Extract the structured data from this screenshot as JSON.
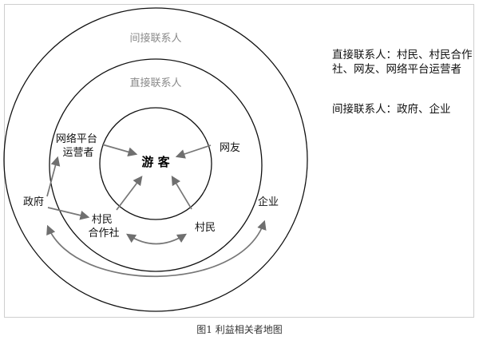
{
  "diagram": {
    "rings": {
      "outer": "间接联系人",
      "middle": "直接联系人"
    },
    "center": "游 客",
    "nodes": {
      "platform": [
        "网络平台",
        "运营者"
      ],
      "netizen": "网友",
      "government": "政府",
      "enterprise": "企业",
      "cooperative": [
        "村民",
        "合作社"
      ],
      "villager": "村民"
    }
  },
  "legend": {
    "direct": "直接联系人：村民、村民合作社、网友、网络平台运营者",
    "indirect": "间接联系人：政府、企业"
  },
  "caption": "图1 利益相关者地图",
  "colors": {
    "ring_stroke": "#111111",
    "arrow": "#777777",
    "ring_label": "#8a8a8a"
  }
}
